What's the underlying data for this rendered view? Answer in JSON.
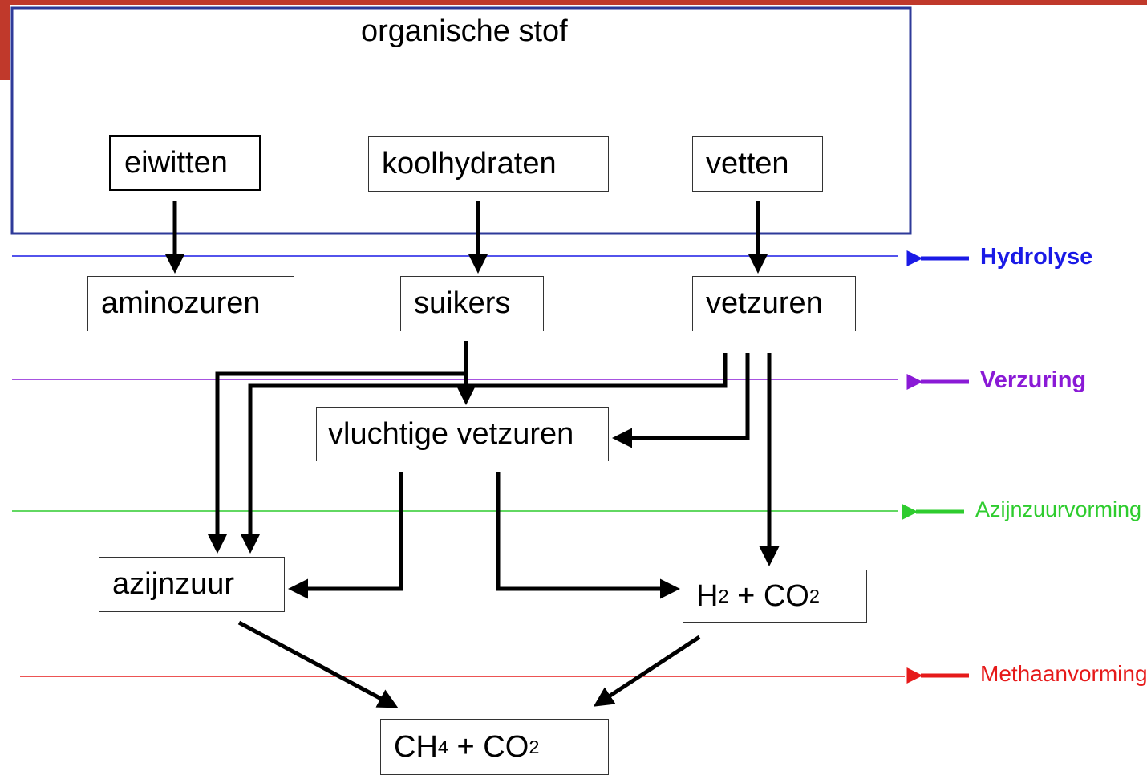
{
  "group": {
    "title": "organische stof"
  },
  "boxes": {
    "eiwitten": "eiwitten",
    "koolhydraten": "koolhydraten",
    "vetten": "vetten",
    "aminozuren": "aminozuren",
    "suikers": "suikers",
    "vetzuren": "vetzuren",
    "vluchtige_vetzuren": "vluchtige vetzuren",
    "azijnzuur": "azijnzuur",
    "h2co2": {
      "a": "H",
      "a_sub": "2",
      "mid": " + CO",
      "b_sub": "2"
    },
    "ch4co2": {
      "a": "CH",
      "a_sub": "4",
      "mid": " + CO",
      "b_sub": "2"
    }
  },
  "stages": [
    {
      "label": "Hydrolyse",
      "color": "#1a1ae6"
    },
    {
      "label": "Verzuring",
      "color": "#8a1ad6"
    },
    {
      "label": "Azijnzuurvorming",
      "color": "#2ecc2e"
    },
    {
      "label": "Methaanvorming",
      "color": "#e61a1a"
    }
  ],
  "colors": {
    "group_border": "#2e3a99",
    "arrow": "#000000",
    "accent": "#c0392b"
  }
}
